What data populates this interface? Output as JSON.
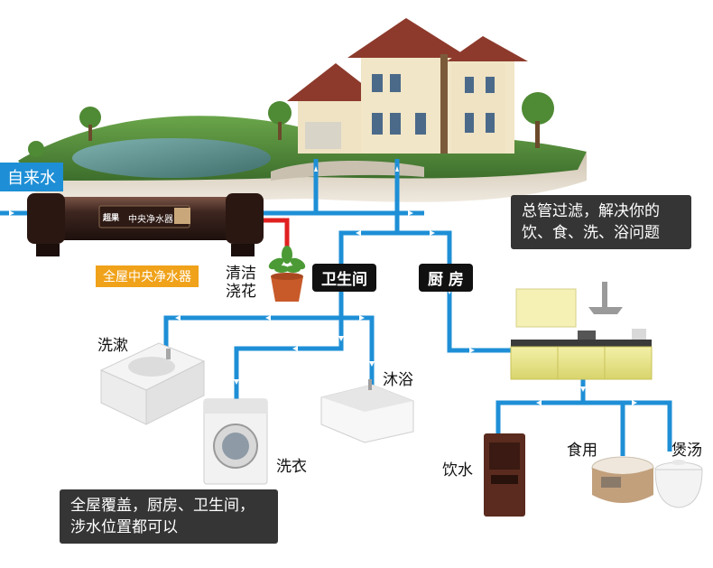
{
  "labels": {
    "tap_water": "自来水",
    "whole_house_purifier": "全屋中央净水器",
    "purifier_brand": "超果",
    "purifier_name": "中央净水器",
    "clean_water_flowers": "清洁\n浇花",
    "bathroom": "卫生间",
    "kitchen": "厨 房",
    "rinse": "洗漱",
    "shower": "沐浴",
    "laundry": "洗衣",
    "drinking_water": "饮水",
    "cooking": "食用",
    "soup": "煲汤"
  },
  "notes": {
    "main_pipe": "总管过滤，解决你的\n饮、食、洗、浴问题",
    "coverage": "全屋覆盖，厨房、卫生间，\n涉水位置都可以"
  },
  "colors": {
    "pipe": "#1e8fd6",
    "pipe_hot": "#e02020",
    "label_bg_dark": "#111111",
    "label_bg_orange": "#f0a21a"
  }
}
